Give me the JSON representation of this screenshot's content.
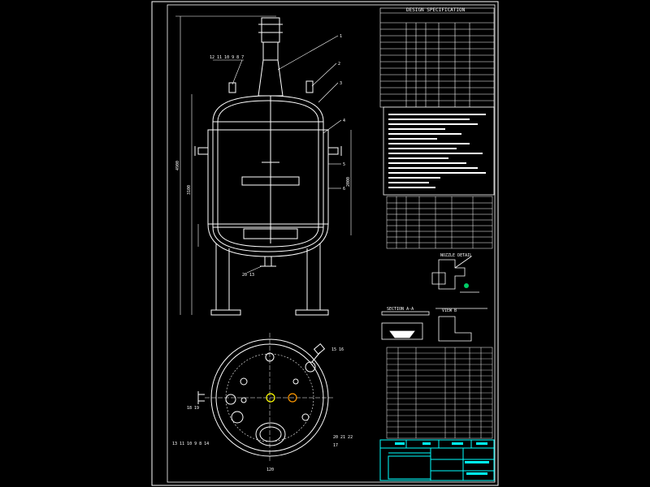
{
  "drawing": {
    "spec_title": "DESIGN SPECIFICATION",
    "balloons_top_left": "12 11 10 9 8 7",
    "balloon_1": "1",
    "balloon_2": "2",
    "balloon_3": "3",
    "balloon_4": "4",
    "balloon_5": "5",
    "balloon_6": "6",
    "balloon_bottom": "20 13",
    "plan_balloons_right": "15 16",
    "plan_balloons_left": "18 19",
    "plan_balloons_bottom": "20 21 22",
    "plan_balloons_lower_left": "13 11 10 9 8 14",
    "plan_balloon_17": "17",
    "dim_height": "4900",
    "dim_shell": "3100",
    "dim_width": "2000",
    "dim_plan": "120",
    "detail_note_a": "NOZZLE DETAIL",
    "detail_note_b": "SECTION A-A",
    "detail_note_c": "VIEW B"
  },
  "colors": {
    "line": "#ffffff",
    "accent_yellow": "#ffff00",
    "accent_cyan": "#00ffff",
    "accent_orange": "#ff9900",
    "accent_green": "#00cc66"
  }
}
